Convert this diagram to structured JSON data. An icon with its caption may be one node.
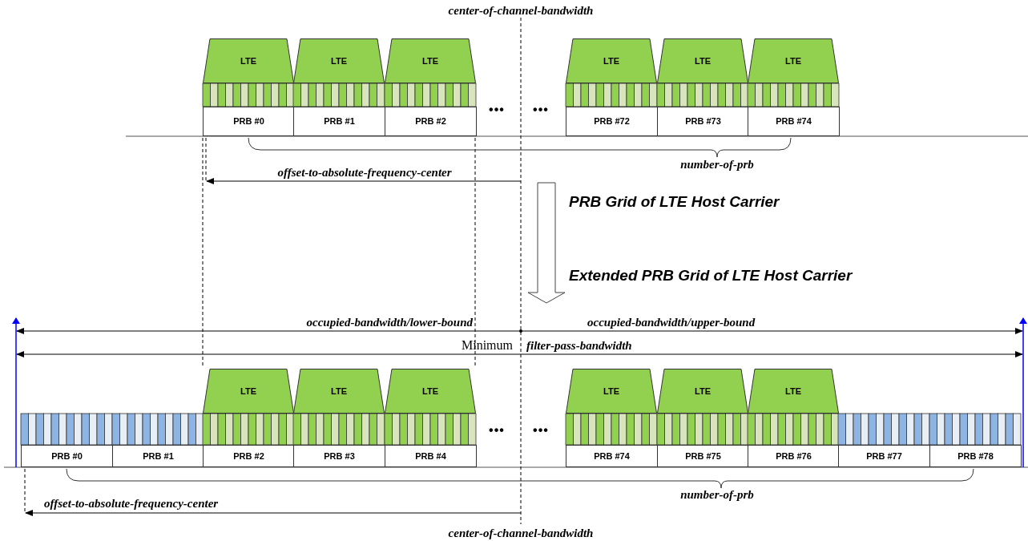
{
  "diagram": {
    "nodes": [
      {
        "text": [
          "LTE"
        ]
      },
      {
        "text": [
          "LTE"
        ]
      },
      {
        "text": [
          "LTE"
        ]
      },
      {
        "text": [
          "LTE"
        ]
      },
      {
        "text": [
          "LTE"
        ]
      },
      {
        "text": [
          "LTE"
        ]
      },
      {
        "text": [
          "PRB #0"
        ]
      },
      {
        "text": [
          "PRB #1"
        ]
      },
      {
        "text": [
          "PRB #2"
        ]
      },
      {
        "text": [
          "PRB #72"
        ]
      },
      {
        "text": [
          "PRB #73"
        ]
      },
      {
        "text": [
          "PRB #74"
        ]
      },
      {
        "text": [
          "LTE"
        ]
      },
      {
        "text": [
          "LTE"
        ]
      },
      {
        "text": [
          "LTE"
        ]
      },
      {
        "text": [
          "LTE"
        ]
      },
      {
        "text": [
          "LTE"
        ]
      },
      {
        "text": [
          "LTE"
        ]
      },
      {
        "text": [
          "PRB #0"
        ]
      },
      {
        "text": [
          "PRB #1"
        ]
      },
      {
        "text": [
          "PRB #2"
        ]
      },
      {
        "text": [
          "PRB #3"
        ]
      },
      {
        "text": [
          "PRB #4"
        ]
      },
      {
        "text": [
          "PRB #74"
        ]
      },
      {
        "text": [
          "PRB #75"
        ]
      },
      {
        "text": [
          "PRB #76"
        ]
      },
      {
        "text": [
          "PRB #77"
        ]
      },
      {
        "text": [
          "PRB #78"
        ]
      }
    ],
    "labels": [
      "center-of-channel-bandwidth",
      "•••",
      "•••",
      "number-of-prb",
      "offset-to-absolute-frequency-center",
      "PRB Grid of LTE Host Carrier",
      "Extended PRB Grid of LTE Host Carrier",
      "occupied-bandwidth/lower-bound",
      "occupied-bandwidth/upper-bound",
      "Minimum",
      "filter-pass-bandwidth",
      "•••",
      "•••",
      "number-of-prb",
      "offset-to-absolute-frequency-center",
      "center-of-channel-bandwidth"
    ]
  }
}
